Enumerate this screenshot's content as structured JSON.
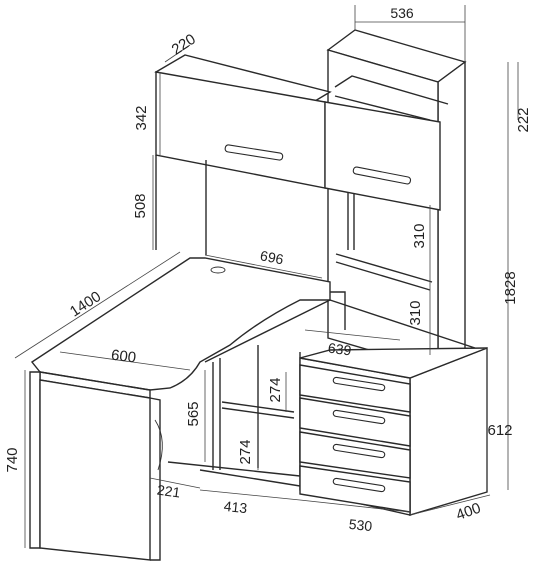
{
  "dimensions": {
    "top_depth": "220",
    "shelf_width": "536",
    "upper_cabinet_height": "342",
    "top_shelf_height": "222",
    "under_cabinet_gap": "508",
    "cabinet_span": "696",
    "shelf_310_upper": "310",
    "shelf_310_lower": "310",
    "total_height": "1828",
    "desk_length": "1400",
    "desk_inner_width": "600",
    "corner_width": "639",
    "legroom_height": "565",
    "shelf_274_upper": "274",
    "shelf_274_lower": "274",
    "drawer_height": "612",
    "desk_height": "740",
    "base_221": "221",
    "base_413": "413",
    "base_530": "530",
    "base_400": "400"
  }
}
